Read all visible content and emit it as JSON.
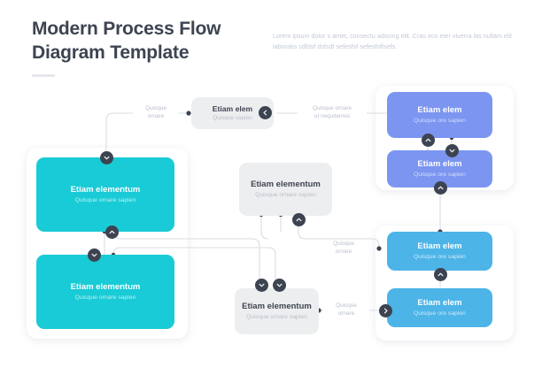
{
  "header": {
    "title": "Modern Process Flow\nDiagram Template",
    "paragraph": "Lorem ipsum dolor s amet, consectu adscing elit. Cras eco eter viverra las nullam elit laboratis sdfdsf dsfsdf sefesfsf sefesfsffsefs."
  },
  "colors": {
    "teal": "#19cbd6",
    "indigo": "#7b95f0",
    "sky": "#4cb4e7",
    "grey_node": "#edeef0",
    "badge": "#3d4451",
    "wire": "#d8dce3",
    "title_text": "#3d4451",
    "muted_text": "#b9bfcd",
    "background": "#ffffff"
  },
  "nodes": {
    "top_center": {
      "title": "Etiam elem",
      "subtitle": "Quisque sapien"
    },
    "top_right_1": {
      "title": "Etiam elem",
      "subtitle": "Quisque ore sapien"
    },
    "top_right_2": {
      "title": "Etiam elem",
      "subtitle": "Quisque ore sapien"
    },
    "left_1": {
      "title": "Etiam elementum",
      "subtitle": "Quisque ornare sapien"
    },
    "left_2": {
      "title": "Etiam elementum",
      "subtitle": "Quisque ornare sapien"
    },
    "center_mid": {
      "title": "Etiam elementum",
      "subtitle": "Quisque ornare sapien"
    },
    "center_bottom": {
      "title": "Etiam elementum",
      "subtitle": "Quisque ornare sapien"
    },
    "bottom_right_1": {
      "title": "Etiam elem",
      "subtitle": "Quisque ore sapien"
    },
    "bottom_right_2": {
      "title": "Etiam elem",
      "subtitle": "Quisque ore sapien"
    }
  },
  "wire_labels": {
    "top_left": "Quisque\nornare",
    "top_right": "Quisque ornare\nut nequitemes",
    "mid_right": "Quisque\nornare",
    "bottom_right": "Quisque\nornare"
  },
  "badges": {
    "top_center_left_chevron": "chevron-left",
    "left_node1_down": "chevron-down",
    "left_mid_up": "chevron-up",
    "left_mid_down": "chevron-down",
    "center_mid_up": "chevron-up",
    "center_bottom_down_a": "chevron-down",
    "center_bottom_down_b": "chevron-down",
    "right_top_up": "chevron-up",
    "right_top_down": "chevron-down",
    "right_mid_up": "chevron-up",
    "right_bottom_up": "chevron-up",
    "bottom_right_arrow": "chevron-right"
  }
}
